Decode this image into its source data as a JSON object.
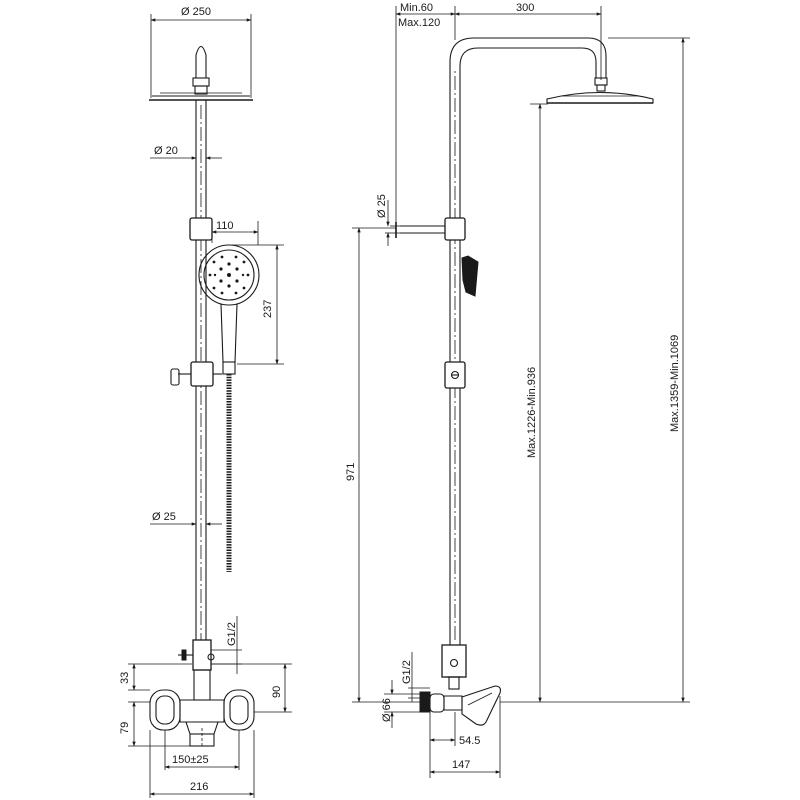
{
  "front_view": {
    "head_diameter": "Ø 250",
    "riser_upper_diameter": "Ø 20",
    "riser_lower_diameter": "Ø 25",
    "handshower_width": "110",
    "handshower_height": "237",
    "inlet_thread": "G1/2",
    "inlet_offset": "33",
    "mixer_height": "90",
    "mixer_depth": "79",
    "inlet_spacing": "150±25",
    "overall_width": "216"
  },
  "side_view": {
    "arm_min": "Min.60",
    "arm_max": "Max.120",
    "arm_length": "300",
    "bracket_diameter": "Ø 25",
    "bracket_height": "971",
    "head_height_range": "Max.1226-Min.936",
    "overall_height_range": "Max.1359-Min.1069",
    "inlet_thread": "G1/2",
    "mixer_diameter": "Ø 66",
    "mixer_offset": "54.5",
    "mixer_projection": "147"
  }
}
